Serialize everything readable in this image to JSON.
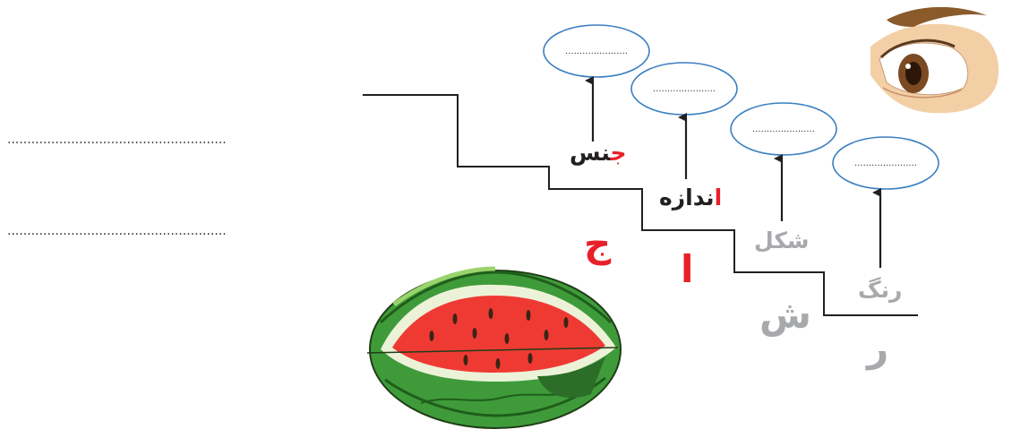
{
  "answer_lines": [
    {
      "text": "......................................................."
    },
    {
      "text": "......................................................."
    }
  ],
  "bubbles": [
    {
      "id": "gender",
      "text": "......................"
    },
    {
      "id": "size",
      "text": "......................"
    },
    {
      "id": "shape",
      "text": "......................"
    },
    {
      "id": "color",
      "text": "......................"
    }
  ],
  "labels": {
    "gender": {
      "first": "ج",
      "rest": "نس"
    },
    "size": {
      "first": "ا",
      "rest": "ندازه"
    },
    "shape": "شکل",
    "color": "رنگ"
  },
  "initials": {
    "gender": "ج",
    "size": "ا",
    "shape": "ش",
    "color": "ر"
  },
  "colors": {
    "accent": "#e8202a",
    "gray": "#a7a9ac",
    "bubble_border": "#3a7fc1",
    "text": "#231f20"
  }
}
